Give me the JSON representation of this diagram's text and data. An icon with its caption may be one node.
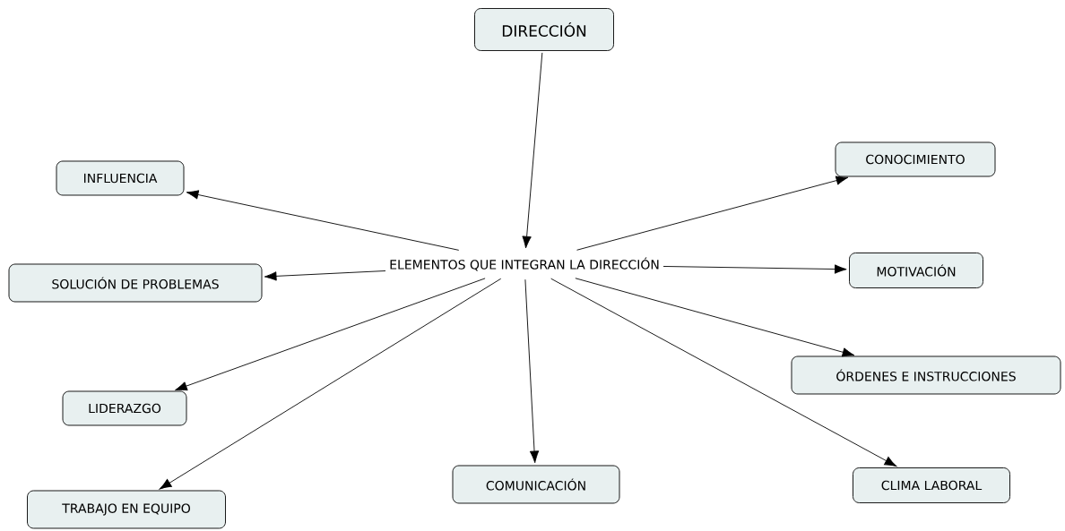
{
  "diagram": {
    "nodes": [
      {
        "text": [
          "DIRECCIÓN"
        ]
      },
      {
        "text": [
          "ELEMENTOS QUE INTEGRAN LA DIRECCIÓN"
        ]
      },
      {
        "text": [
          "INFLUENCIA"
        ]
      },
      {
        "text": [
          "CONOCIMIENTO"
        ]
      },
      {
        "text": [
          "SOLUCIÓN DE PROBLEMAS"
        ]
      },
      {
        "text": [
          "MOTIVACIÓN"
        ]
      },
      {
        "text": [
          "LIDERAZGO"
        ]
      },
      {
        "text": [
          "ÓRDENES E INSTRUCCIONES"
        ]
      },
      {
        "text": [
          "TRABAJO EN EQUIPO"
        ]
      },
      {
        "text": [
          "COMUNICACIÓN"
        ]
      },
      {
        "text": [
          "CLIMA LABORAL"
        ]
      }
    ],
    "edges": [
      {
        "from": 0,
        "to": 1,
        "arrow": "to"
      },
      {
        "from": 1,
        "to": 2,
        "arrow": "to"
      },
      {
        "from": 1,
        "to": 3,
        "arrow": "to"
      },
      {
        "from": 1,
        "to": 4,
        "arrow": "to"
      },
      {
        "from": 1,
        "to": 5,
        "arrow": "to"
      },
      {
        "from": 1,
        "to": 6,
        "arrow": "to"
      },
      {
        "from": 1,
        "to": 7,
        "arrow": "to"
      },
      {
        "from": 1,
        "to": 8,
        "arrow": "to"
      },
      {
        "from": 1,
        "to": 9,
        "arrow": "to"
      },
      {
        "from": 1,
        "to": 10,
        "arrow": "to"
      }
    ]
  }
}
